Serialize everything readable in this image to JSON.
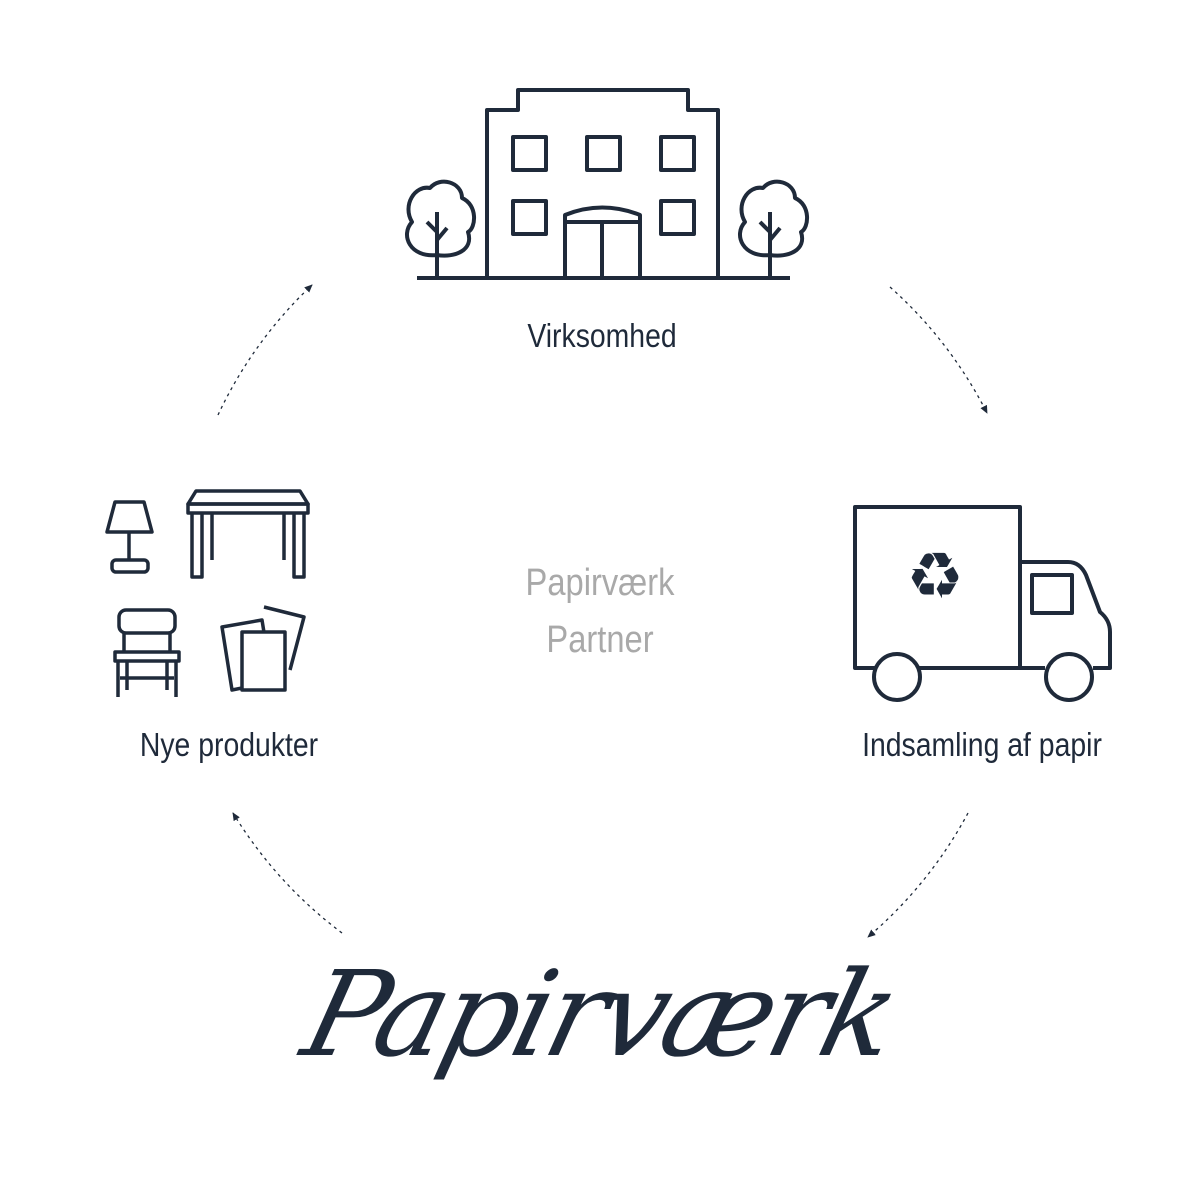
{
  "nodes": {
    "company": {
      "label": "Virksomhed",
      "icon": "building-icon"
    },
    "collection": {
      "label": "Indsamling af papir",
      "icon": "recycling-truck-icon"
    },
    "products": {
      "label": "Nye produkter",
      "icon": "furniture-products-icon"
    }
  },
  "center": {
    "line1": "Papirværk",
    "line2": "Partner"
  },
  "logo": {
    "text": "Papirværk"
  },
  "colors": {
    "ink": "#1f2a3a",
    "center_text": "#a9a9a9"
  }
}
